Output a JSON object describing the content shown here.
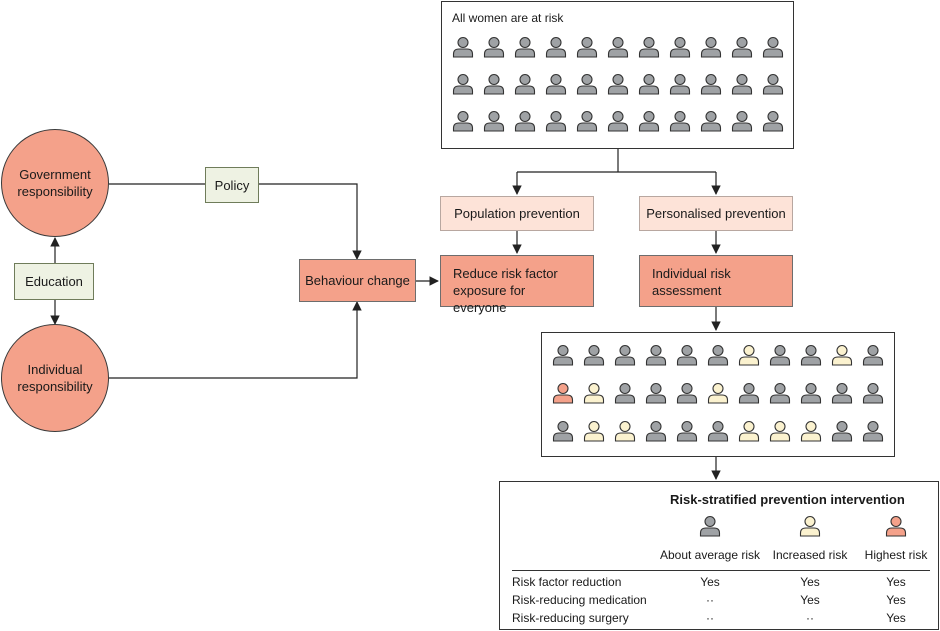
{
  "nodes": {
    "government": "Government\nresponsibility",
    "education": "Education",
    "individual": "Individual\nresponsibility",
    "policy": "Policy",
    "behaviour": "Behaviour change",
    "population_prevention": "Population prevention",
    "personalised_prevention": "Personalised prevention",
    "reduce_exposure": "Reduce risk factor\nexposure for everyone",
    "risk_assessment": "Individual risk\nassessment"
  },
  "top_panel": {
    "title": "All women are at risk",
    "rows": 3,
    "cols": 11
  },
  "stratified_grid": {
    "rows": [
      [
        "average",
        "average",
        "average",
        "average",
        "average",
        "average",
        "increased",
        "average",
        "average",
        "increased",
        "average"
      ],
      [
        "highest",
        "increased",
        "average",
        "average",
        "average",
        "increased",
        "average",
        "average",
        "average",
        "average",
        "average"
      ],
      [
        "average",
        "increased",
        "increased",
        "average",
        "average",
        "average",
        "increased",
        "increased",
        "increased",
        "average",
        "average"
      ]
    ]
  },
  "intervention_table": {
    "title": "Risk-stratified prevention intervention",
    "columns": [
      {
        "label": "About average risk",
        "icon": "average"
      },
      {
        "label": "Increased risk",
        "icon": "increased"
      },
      {
        "label": "Highest risk",
        "icon": "highest"
      }
    ],
    "rows": [
      {
        "label": "Risk factor reduction",
        "values": [
          "Yes",
          "Yes",
          "Yes"
        ]
      },
      {
        "label": "Risk-reducing medication",
        "values": [
          "··",
          "Yes",
          "Yes"
        ]
      },
      {
        "label": "Risk-reducing surgery",
        "values": [
          "··",
          "··",
          "Yes"
        ]
      }
    ]
  },
  "colors": {
    "average_fill": "#9fa2a5",
    "increased_fill": "#fbf2cf",
    "highest_fill": "#f4a18a",
    "outline": "#333333",
    "salmon": "#f4a18a",
    "light_salmon": "#fde3d8",
    "green": "#eef2e3"
  }
}
